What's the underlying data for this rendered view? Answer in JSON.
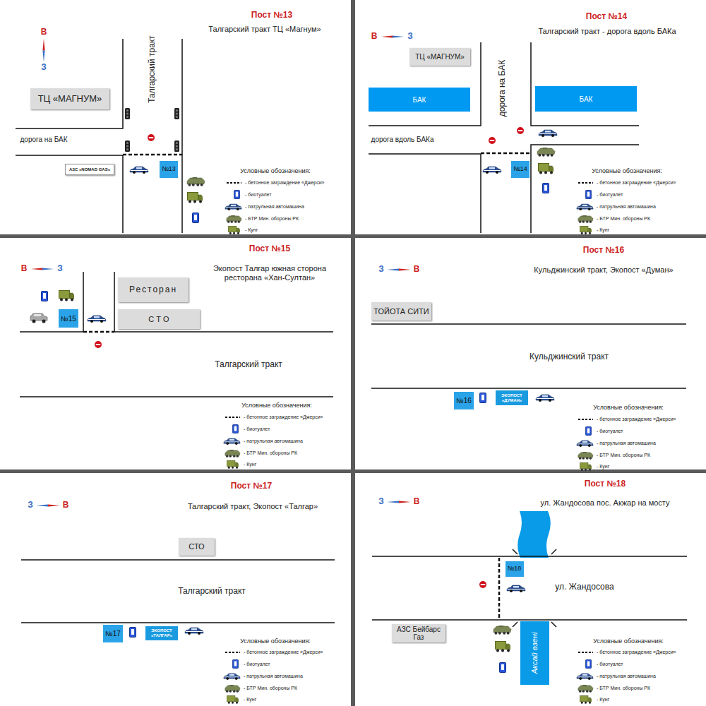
{
  "diagram": {
    "nodes": [
      {
        "text": [
          "ТЦ «МАГНУМ»"
        ]
      },
      {
        "text": [
          "АЗС «NOMAD GAS»"
        ]
      },
      {
        "text": [
          "№13"
        ]
      },
      {
        "text": [
          "ТЦ «МАГНУМ»"
        ]
      },
      {
        "text": [
          "БАК"
        ]
      },
      {
        "text": [
          "БАК"
        ]
      },
      {
        "text": [
          "№14"
        ]
      },
      {
        "text": [
          "Ресторан"
        ]
      },
      {
        "text": [
          "С Т О"
        ]
      },
      {
        "text": [
          "№15"
        ]
      },
      {
        "text": [
          "ТОЙОТА СИТИ"
        ]
      },
      {
        "text": [
          "№16"
        ]
      },
      {
        "text": [
          "ЭКОПОСТ «ДУМАН»"
        ]
      },
      {
        "text": [
          "СТО"
        ]
      },
      {
        "text": [
          "№17"
        ]
      },
      {
        "text": [
          "ЭКОПОСТ «ТАЛГАР»"
        ]
      },
      {
        "text": [
          "№18"
        ]
      },
      {
        "text": [
          "АЗС Бейбарс Газ"
        ]
      },
      {
        "text": [
          "Аксай өзені"
        ]
      }
    ],
    "labels": [
      "Пост №13",
      "Талгарский тракт ТЦ «Магнум»",
      "В",
      "З",
      "Талгарский тракт",
      "дорога на БАК",
      "Условные обозначения:",
      "Пост №14",
      "Талгарский тракт - дорога вдоль БАКа",
      "В",
      "З",
      "дорога на БАК",
      "дорога вдоль БАКа",
      "Условные обозначения:",
      "Пост №15",
      "Экопост Талгар южная сторона ресторана «Хан-Султан»",
      "В",
      "З",
      "Талгарский тракт",
      "Условные обозначения:",
      "Пост №16",
      "Кульджинский тракт, Экопост «Думан»",
      "З",
      "В",
      "Кульджинский тракт",
      "Условные обозначения:",
      "Пост №17",
      "Талгарский тракт, Экопост «Талгар»",
      "З",
      "В",
      "Талгарский тракт",
      "Условные обозначения:",
      "Пост №18",
      "ул. Жандосова пос. Акжар на мосту",
      "З",
      "В",
      "ул. Жандосова",
      "Условные обозначения:"
    ],
    "legend": [
      {
        "text": "- бетонное заграждение «Джерси»"
      },
      {
        "text": "- биотуалет"
      },
      {
        "text": "- патрульная автомашина"
      },
      {
        "text": "- БТР Мин. обороны РК"
      },
      {
        "text": "- Кунг"
      },
      {
        "text": "- бетонное заграждение «Джерси»"
      },
      {
        "text": "- биотуалет"
      },
      {
        "text": "- патрульная автомашина"
      },
      {
        "text": "- БТР Мин. обороны РК"
      },
      {
        "text": "- Кунг"
      },
      {
        "text": "- бетонное заграждение «Джерси»"
      },
      {
        "text": "- биотуалет"
      },
      {
        "text": "- патрульная автомашина"
      },
      {
        "text": "- БТР Мин. обороны РК"
      },
      {
        "text": "- Кунг"
      },
      {
        "text": "- бетонное заграждение «Джерси»"
      },
      {
        "text": "- биотуалет"
      },
      {
        "text": "- патрульная автомашина"
      },
      {
        "text": "- БТР Мин. обороны РК"
      },
      {
        "text": "- Кунг"
      },
      {
        "text": "- бетонное заграждение «Джерси»"
      },
      {
        "text": "- биотуалет"
      },
      {
        "text": "- патрульная автомашина"
      },
      {
        "text": "- БТР Мин. обороны РК"
      },
      {
        "text": "- Кунг"
      },
      {
        "text": "- бетонное заграждение «Джерси»"
      },
      {
        "text": "- биотуалет"
      },
      {
        "text": "- патрульная автомашина"
      },
      {
        "text": "- БТР Мин. обороны РК"
      },
      {
        "text": "- Кунг"
      }
    ]
  }
}
